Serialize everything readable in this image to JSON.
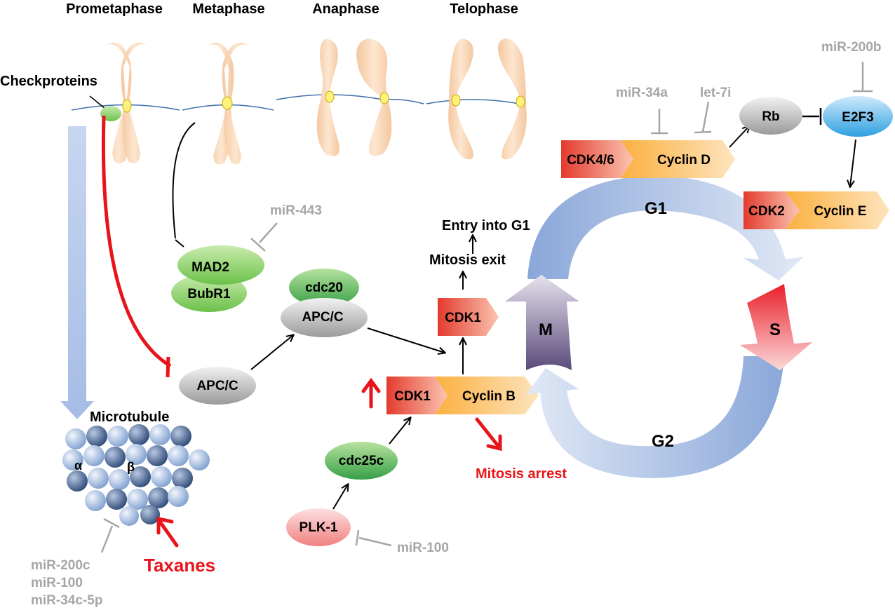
{
  "phases": [
    "Prometaphase",
    "Metaphase",
    "Anaphase",
    "Telophase"
  ],
  "labels": {
    "checkproteins": "Checkproteins",
    "microtubule": "Microtubule",
    "alpha": "α",
    "beta": "β",
    "taxanes": "Taxanes",
    "mitosis_arrest": "Mitosis arrest",
    "mitosis_exit": "Mitosis exit",
    "entry_g1": "Entry into G1"
  },
  "proteins": {
    "mad2": "MAD2",
    "bubr1": "BubR1",
    "cdc20": "cdc20",
    "apcc_top": "APC/C",
    "apcc_bottom": "APC/C",
    "cdk1_single": "CDK1",
    "cdk1_complex": "CDK1",
    "cyclin_b": "Cyclin B",
    "cdc25c": "cdc25c",
    "plk1": "PLK-1",
    "cdk46": "CDK4/6",
    "cyclin_d": "Cyclin D",
    "rb": "Rb",
    "e2f3": "E2F3",
    "cdk2": "CDK2",
    "cyclin_e": "Cyclin E"
  },
  "mirnas": {
    "mir443": "miR-443",
    "mir34a": "miR-34a",
    "let7i": "let-7i",
    "mir200b": "miR-200b",
    "mir100_plk": "miR-100",
    "mir200c": "miR-200c",
    "mir100_mt": "miR-100",
    "mir34c": "miR-34c-5p"
  },
  "cycle_phases": {
    "g1": "G1",
    "s": "S",
    "g2": "G2",
    "m": "M"
  },
  "colors": {
    "inhibit_red": "#e8141b",
    "mirna_gray": "#a6a6a6",
    "cycle_blue": "#8eaadb",
    "chromosome": "#f9d5b0"
  }
}
